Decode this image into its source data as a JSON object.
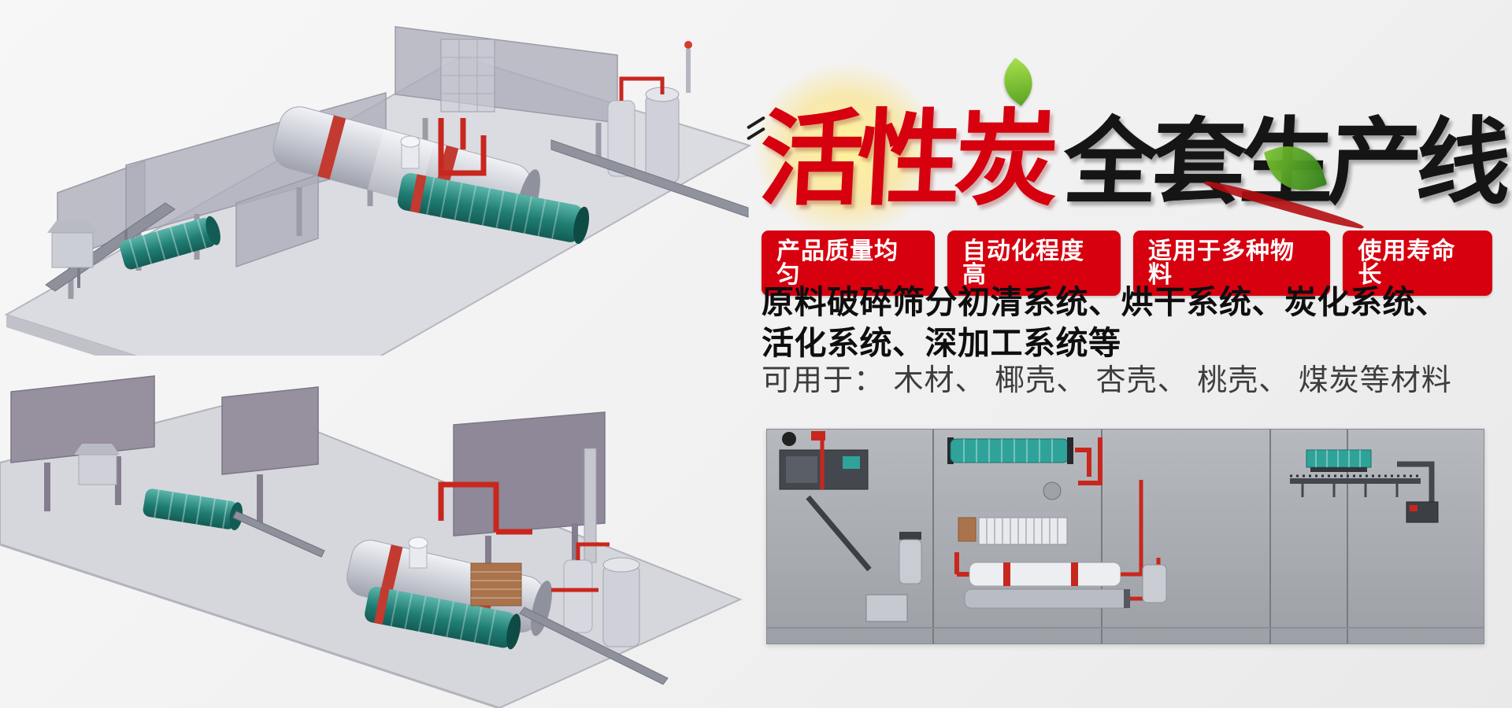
{
  "theme": {
    "accent_red": "#d6000f",
    "title_red": "#d6000f",
    "title_black": "#151515",
    "badge_bg": "#d6000f",
    "badge_text": "#ffffff",
    "leaf_green": "#6ab82e",
    "panel_grey": "#a9adb3",
    "background": "#f1f1f1"
  },
  "hero": {
    "title": {
      "red_part": "活性炭",
      "black_part": "全套生产线"
    },
    "badges": [
      {
        "label": "产品质量均匀"
      },
      {
        "label": "自动化程度高"
      },
      {
        "label": "适用于多种物料"
      },
      {
        "label": "使用寿命长"
      }
    ],
    "description": {
      "line1": "原料破碎筛分初清系统、烘干系统、炭化系统、",
      "line2": "活化系统、深加工系统等"
    },
    "usage": "可用于： 木材、 椰壳、 杏壳、 桃壳、 煤炭等材料"
  }
}
